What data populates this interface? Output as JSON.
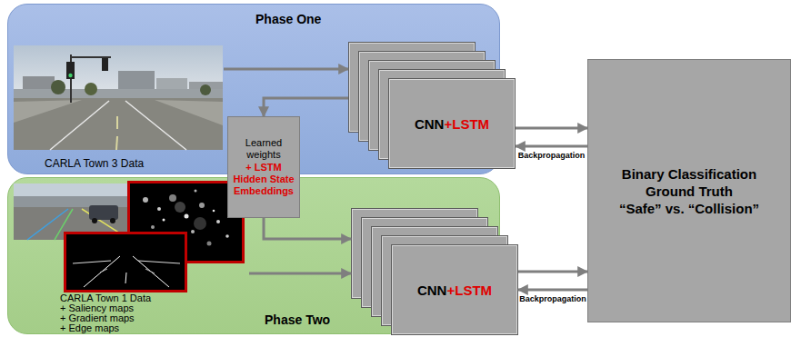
{
  "diagram": {
    "nodes": [
      {
        "text": [
          "Phase One"
        ]
      },
      {
        "text": [
          "CARLA Town 3 Data"
        ],
        "in": 0
      },
      {
        "text": [
          "CNN",
          "+LSTM"
        ],
        "in": 0
      },
      {
        "text": [
          "Learned weights",
          "+ LSTM Hidden State Embeddings"
        ]
      },
      {
        "text": [
          "Phase Two"
        ]
      },
      {
        "text": [
          "CARLA Town 1 Data",
          "+ Saliency maps",
          "+ Gradient maps",
          "+ Edge maps"
        ],
        "in": 4
      },
      {
        "text": [
          "CNN",
          "+LSTM"
        ],
        "in": 4
      },
      {
        "text": [
          "Binary Classification Ground Truth",
          "“Safe” vs. “Collision”"
        ]
      }
    ],
    "edges": [
      {
        "from": 1,
        "to": 2,
        "arrow": "to"
      },
      {
        "from": 2,
        "to": 3,
        "arrow": "to"
      },
      {
        "from": 3,
        "to": 6,
        "arrow": "to"
      },
      {
        "from": 5,
        "to": 6,
        "arrow": "to"
      },
      {
        "from": 2,
        "to": 7,
        "arrow": "to"
      },
      {
        "from": 7,
        "to": 2,
        "label": "Backpropagation",
        "arrow": "to"
      },
      {
        "from": 6,
        "to": 7,
        "arrow": "to"
      },
      {
        "from": 7,
        "to": 6,
        "label": "Backpropagation",
        "arrow": "to"
      }
    ]
  }
}
